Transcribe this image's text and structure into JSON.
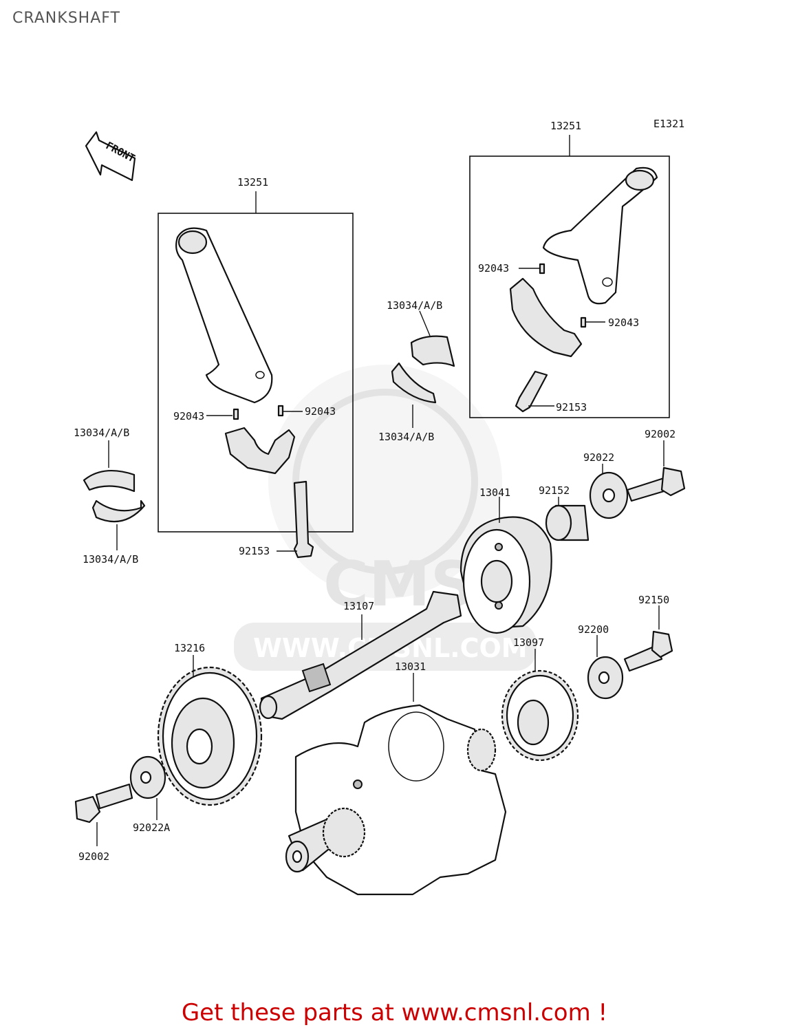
{
  "page": {
    "title": "CRANKSHAFT",
    "footer_cta": "Get these parts at www.cmsnl.com !",
    "footer_color": "#cc0000"
  },
  "diagram": {
    "ref_code": "E1321",
    "direction_label": "FRONT",
    "watermark_text": "WWW.CMSNL.COM",
    "watermark_logo": "CMS",
    "callouts": {
      "conrod_assy_left": "13251",
      "conrod_assy_right": "13251",
      "bearing_upper_mid": "13034/A/B",
      "bearing_lower_mid": "13034/A/B",
      "bearing_upper_left": "13034/A/B",
      "bearing_lower_left": "13034/A/B",
      "pin_left_a": "92043",
      "pin_left_b": "92043",
      "pin_right_a": "92043",
      "pin_right_b": "92043",
      "bolt_left": "92153",
      "bolt_right": "92153",
      "bolt_92002_top": "92002",
      "washer_92022": "92022",
      "collar_92152": "92152",
      "rotor_13041": "13041",
      "shaft_13107": "13107",
      "gear_13216": "13216",
      "gear_13097": "13097",
      "washer_92200": "92200",
      "bolt_92150": "92150",
      "crankshaft_13031": "13031",
      "washer_92022A": "92022A",
      "bolt_92002_bottom": "92002"
    }
  }
}
